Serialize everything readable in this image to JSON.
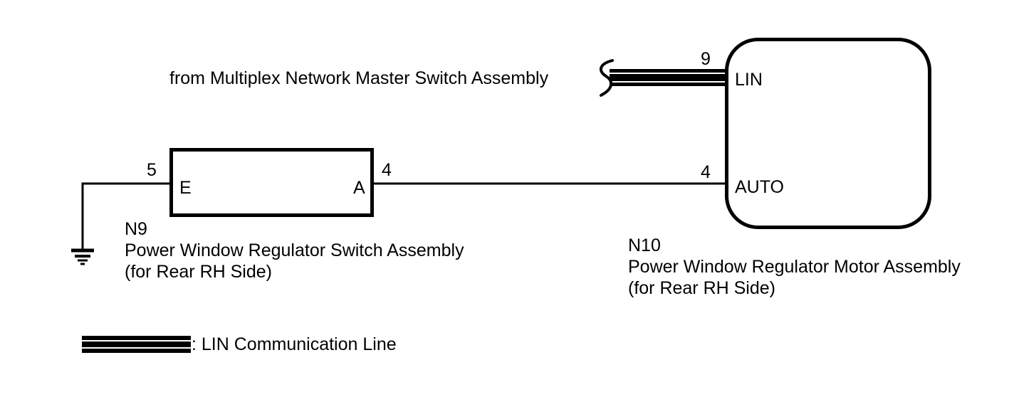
{
  "colors": {
    "ink": "#000000",
    "background": "#ffffff"
  },
  "annotations": {
    "source_label": "from Multiplex Network Master Switch Assembly"
  },
  "switch_assembly": {
    "code": "N9",
    "name": "Power Window Regulator Switch Assembly",
    "variant": "(for Rear RH Side)",
    "pin_left_number": "5",
    "pin_left_label": "E",
    "pin_right_number": "4",
    "pin_right_label": "A"
  },
  "motor_assembly": {
    "code": "N10",
    "name": "Power Window Regulator Motor Assembly",
    "variant": "(for Rear RH Side)",
    "pin_lin_number": "9",
    "pin_lin_label": "LIN",
    "pin_auto_number": "4",
    "pin_auto_label": "AUTO"
  },
  "legend": {
    "label": ": LIN Communication Line"
  }
}
